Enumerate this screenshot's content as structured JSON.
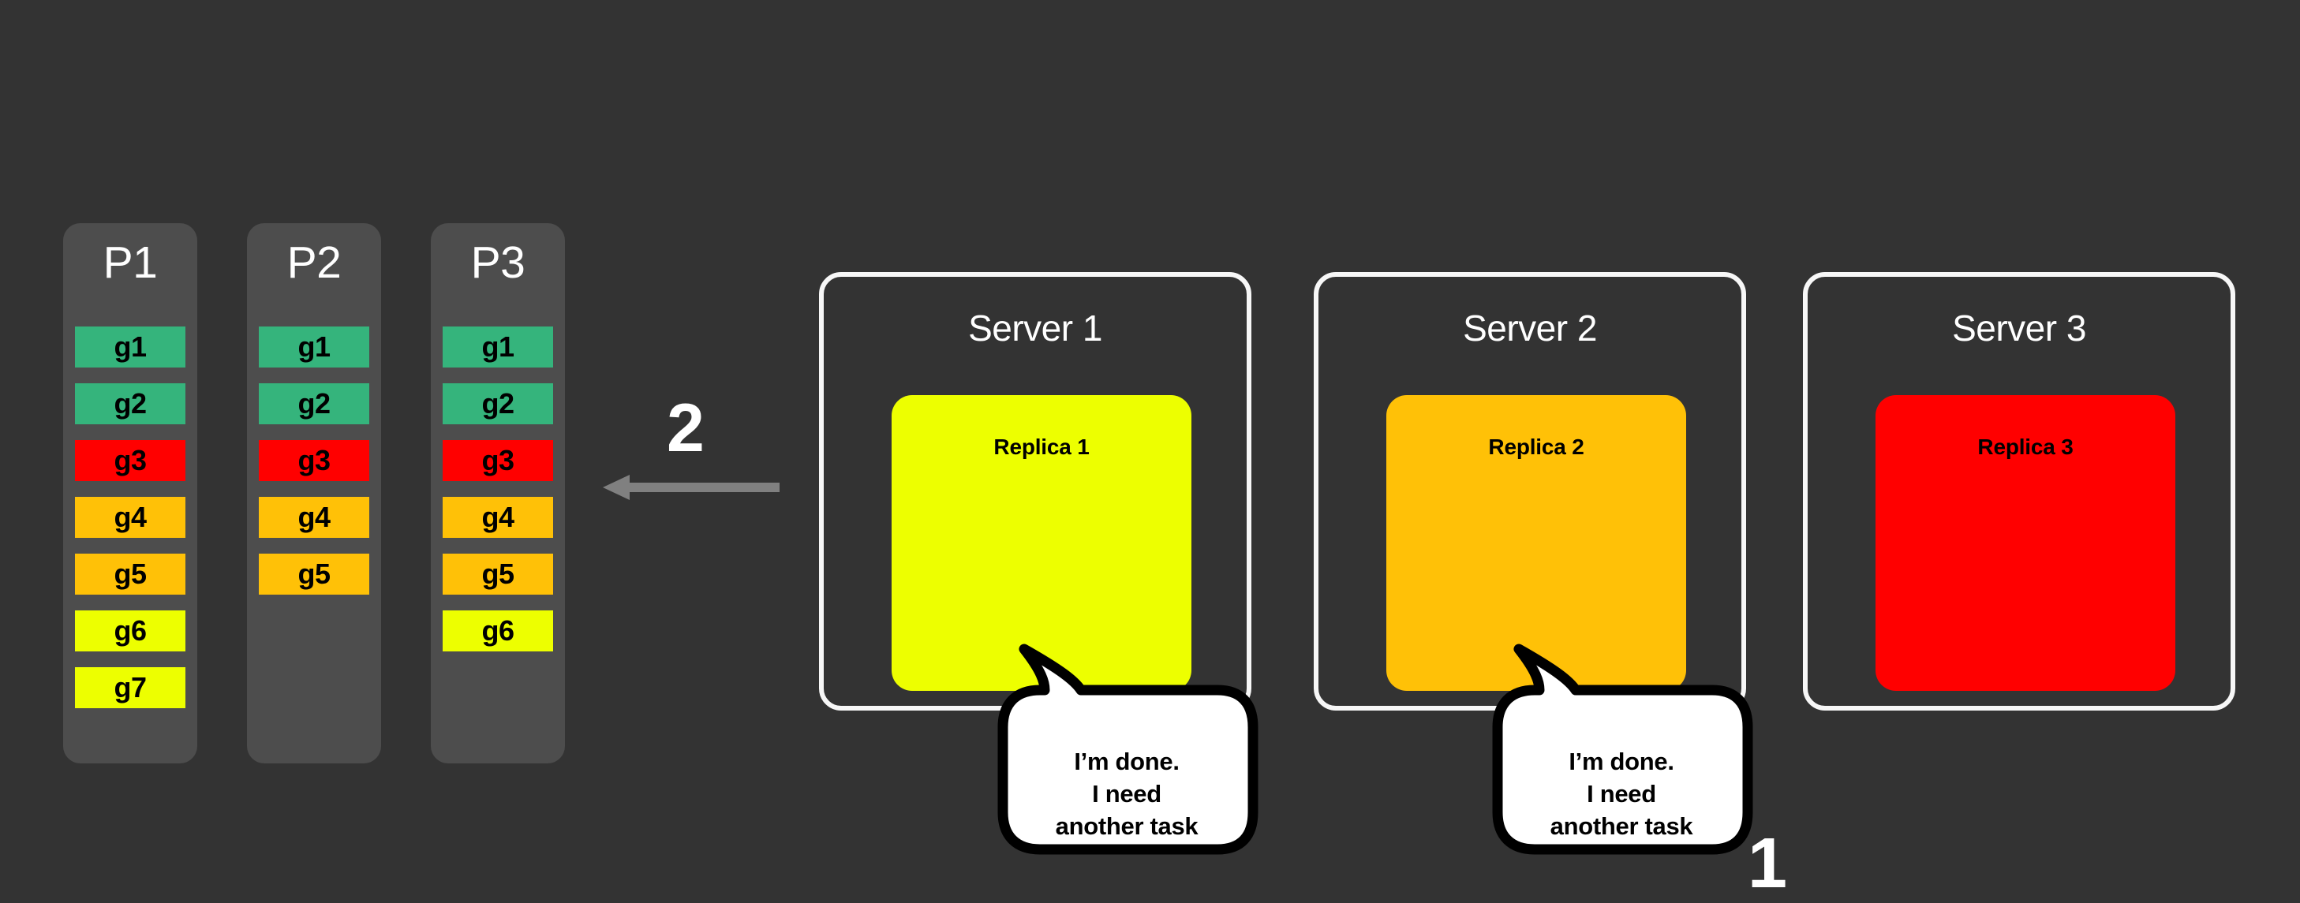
{
  "diagram": {
    "background_color": "#333333",
    "title_color": "#ffffff"
  },
  "palette": {
    "green": "#35b47c",
    "red": "#ff0000",
    "orange": "#ffc107",
    "yellow": "#edff00",
    "partition_bg": "#4d4d4d",
    "server_border": "#f7f7f7",
    "arrow": "#808080",
    "bubble_fill": "#ffffff",
    "bubble_stroke": "#000000"
  },
  "partitions": [
    {
      "label": "P1",
      "slots": [
        {
          "label": "g1",
          "color": "#35b47c"
        },
        {
          "label": "g2",
          "color": "#35b47c"
        },
        {
          "label": "g3",
          "color": "#ff0000"
        },
        {
          "label": "g4",
          "color": "#ffc107"
        },
        {
          "label": "g5",
          "color": "#ffc107"
        },
        {
          "label": "g6",
          "color": "#edff00"
        },
        {
          "label": "g7",
          "color": "#edff00"
        }
      ]
    },
    {
      "label": "P2",
      "slots": [
        {
          "label": "g1",
          "color": "#35b47c"
        },
        {
          "label": "g2",
          "color": "#35b47c"
        },
        {
          "label": "g3",
          "color": "#ff0000"
        },
        {
          "label": "g4",
          "color": "#ffc107"
        },
        {
          "label": "g5",
          "color": "#ffc107"
        }
      ]
    },
    {
      "label": "P3",
      "slots": [
        {
          "label": "g1",
          "color": "#35b47c"
        },
        {
          "label": "g2",
          "color": "#35b47c"
        },
        {
          "label": "g3",
          "color": "#ff0000"
        },
        {
          "label": "g4",
          "color": "#ffc107"
        },
        {
          "label": "g5",
          "color": "#ffc107"
        },
        {
          "label": "g6",
          "color": "#edff00"
        }
      ]
    }
  ],
  "steps": [
    {
      "label": "1"
    },
    {
      "label": "2"
    }
  ],
  "arrow": {
    "direction": "left",
    "color": "#808080",
    "step_label": "2"
  },
  "servers": [
    {
      "title": "Server 1",
      "replica": {
        "label": "Replica 1",
        "color": "#edff00"
      },
      "bubble": {
        "lines": [
          "I’m done.",
          "I need",
          "another task"
        ]
      }
    },
    {
      "title": "Server 2",
      "replica": {
        "label": "Replica 2",
        "color": "#ffc107"
      },
      "bubble": {
        "lines": [
          "I’m done.",
          "I need",
          "another task"
        ]
      }
    },
    {
      "title": "Server 3",
      "replica": {
        "label": "Replica 3",
        "color": "#ff0000"
      },
      "bubble": null
    }
  ]
}
